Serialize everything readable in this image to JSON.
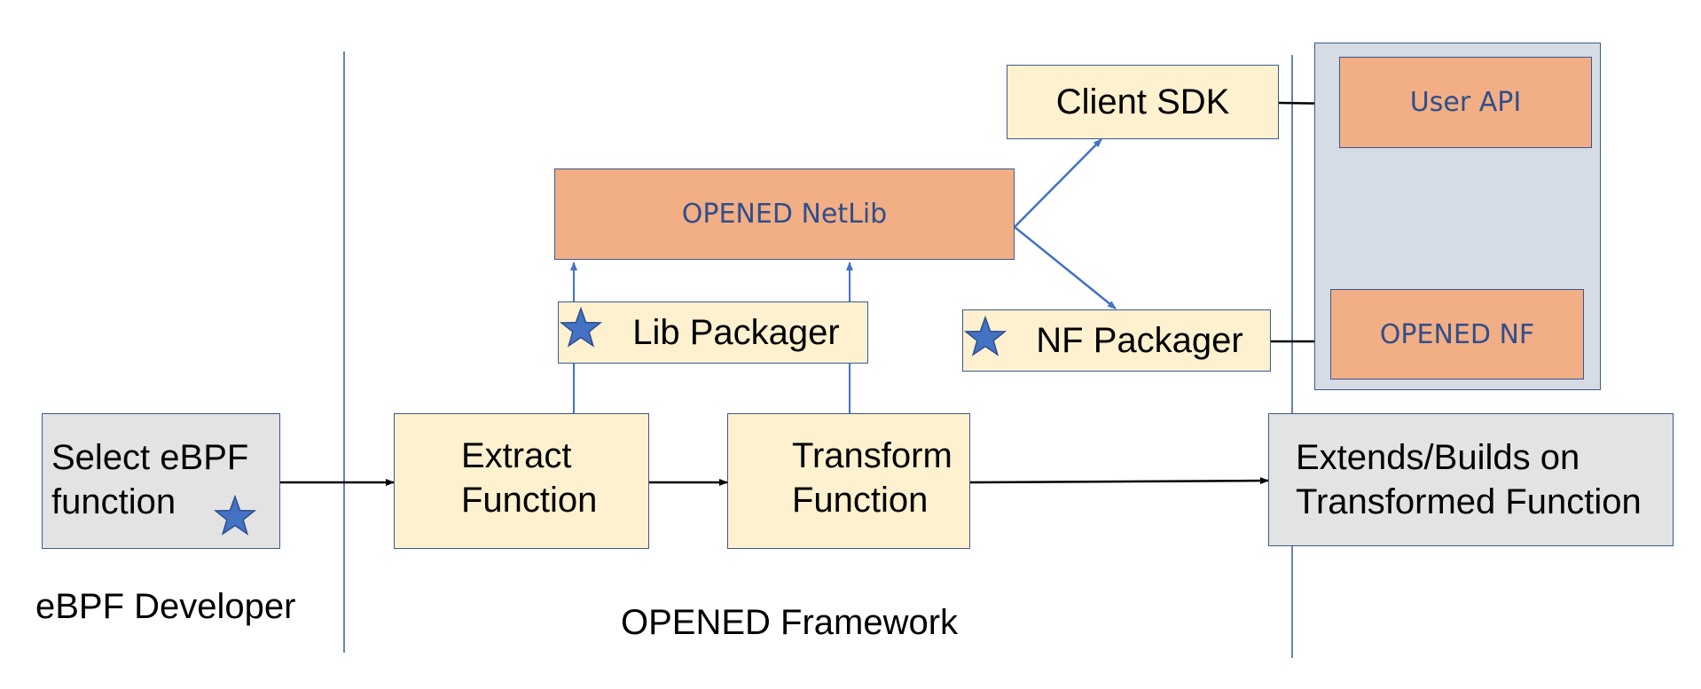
{
  "boxes": {
    "select_ebpf": "Select eBPF\nfunction",
    "extract": "Extract\nFunction",
    "transform": "Transform\nFunction",
    "lib_packager": "Lib Packager",
    "nf_packager": "NF Packager",
    "netlib": "OPENED NetLib",
    "client_sdk": "Client SDK",
    "user_api": "User API",
    "opened_nf": "OPENED NF",
    "extends": "Extends/Builds on\nTransformed Function"
  },
  "labels": {
    "ebpf_developer": "eBPF Developer",
    "framework": "OPENED Framework"
  },
  "colors": {
    "cream": "#fdf1cf",
    "salmon": "#f2ae84",
    "gray": "#e3e3e3",
    "panel": "#d6dce5",
    "blue_line": "#4472c4",
    "star": "#4472c4"
  }
}
